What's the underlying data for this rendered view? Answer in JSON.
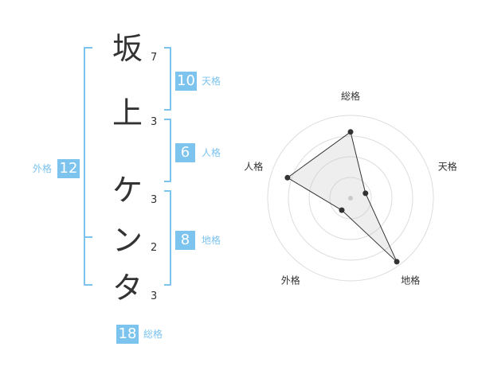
{
  "name": {
    "chars": [
      {
        "char": "坂",
        "strokes": "7"
      },
      {
        "char": "上",
        "strokes": "3"
      },
      {
        "char": "ケ",
        "strokes": "3"
      },
      {
        "char": "ン",
        "strokes": "2"
      },
      {
        "char": "タ",
        "strokes": "3"
      }
    ]
  },
  "kaku": {
    "tenkaku": {
      "value": "10",
      "label": "天格"
    },
    "jinkaku": {
      "value": "6",
      "label": "人格"
    },
    "chikaku": {
      "value": "8",
      "label": "地格"
    },
    "gaikaku": {
      "value": "12",
      "label": "外格"
    },
    "soukaku": {
      "value": "18",
      "label": "総格"
    }
  },
  "colors": {
    "accent": "#7cc3ee",
    "text": "#333333",
    "grid": "#dddddd"
  },
  "chart_data": {
    "type": "radar",
    "axes": [
      "総格",
      "天格",
      "地格",
      "外格",
      "人格"
    ],
    "values": [
      0.8,
      0.19,
      0.95,
      0.18,
      0.8
    ],
    "grid_rings": 4
  }
}
